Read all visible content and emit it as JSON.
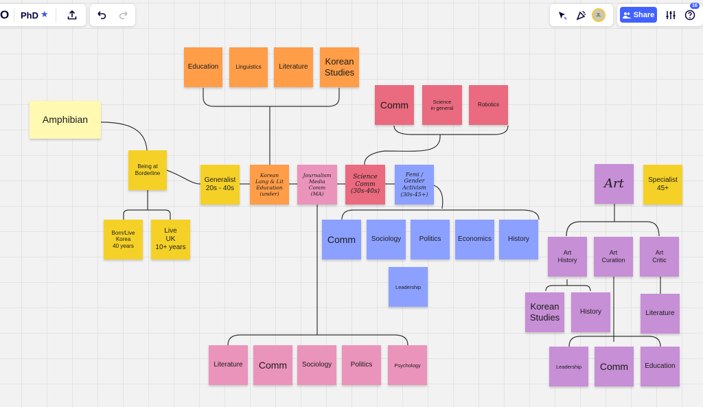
{
  "toolbar": {
    "logo": "O",
    "board_name": "PhD",
    "share_label": "Share",
    "avatar_initials": "JL",
    "notification_count": "16",
    "icons": [
      "upload-icon",
      "undo-icon",
      "redo-icon",
      "select-cursor-icon",
      "celebrate-icon",
      "settings-sliders-icon",
      "help-icon",
      "share-users-icon",
      "star-icon"
    ]
  },
  "colors": {
    "orange": "#ff9d48",
    "red": "#ea6a7f",
    "yellow": "#f5d128",
    "light_yellow": "#fff9b1",
    "pink": "#ea94bb",
    "blue": "#8ca0ff",
    "purple": "#c78fd6"
  },
  "notes": {
    "amphibian": "Amphibian",
    "borderline": "Being at\nBorderline",
    "born_korea": "Born/Live\nKorea\n40 years",
    "live_uk": "Live\nUK\n10+ years",
    "generalist": "Generalist\n20s - 40s",
    "korean_lang": "Korean\nLang & Lit\nEducation\n(under)",
    "journalism": "Journalism\nMedia\nComm\n(MA)",
    "science_comm": "Science\nComm\n(30s-40s)",
    "femi": "Femi /\nGender\nActivism\n(30s-45+)",
    "education_top": "Education",
    "linguistics": "Linguistics",
    "literature_top": "Literature",
    "korean_studies_top": "Korean\nStudies",
    "comm_red": "Comm",
    "science_general": "Science\nin general",
    "robotics": "Robotics",
    "comm_blue": "Comm",
    "sociology_blue": "Sociology",
    "politics_blue": "Politics",
    "economics": "Economics",
    "history_blue": "History",
    "leadership_blue": "Leadership",
    "literature_pink": "Literature",
    "comm_pink": "Comm",
    "sociology_pink": "Sociology",
    "politics_pink": "Politics",
    "psychology": "Psychology",
    "art": "Art",
    "specialist": "Specialist\n45+",
    "art_history": "Art\nHistory",
    "art_curation": "Art\nCuration",
    "art_critic": "Art\nCritic",
    "korean_studies_purple": "Korean\nStudies",
    "history_purple": "History",
    "literature_purple": "Literature",
    "leadership_purple": "Leadership",
    "comm_purple": "Comm",
    "education_purple": "Education"
  }
}
